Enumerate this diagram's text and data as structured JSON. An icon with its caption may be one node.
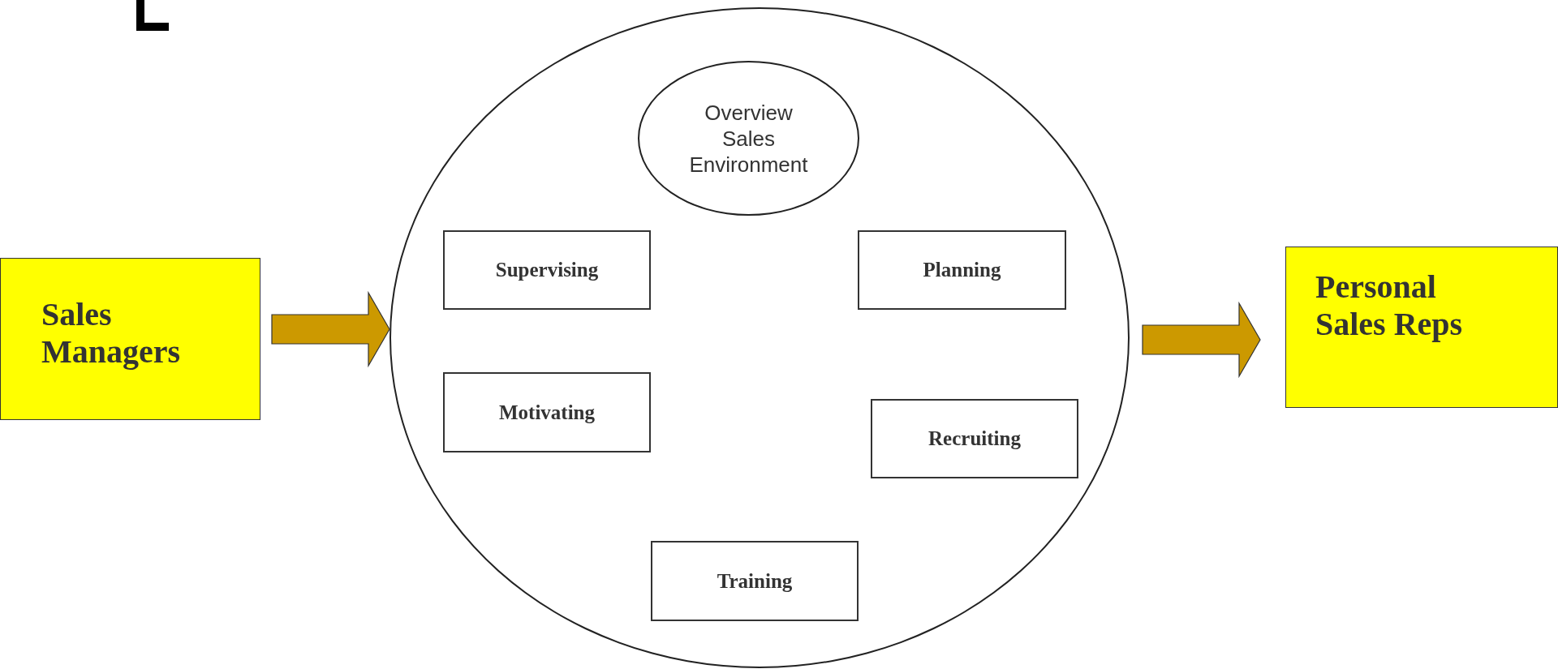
{
  "diagram": {
    "nodes": [
      {
        "text": [
          "Sales Managers"
        ]
      },
      {
        "text": [],
        "shape": "circle"
      },
      {
        "text": [
          "Overview Sales Environment"
        ],
        "in": 1
      },
      {
        "text": [
          "Supervising"
        ],
        "in": 1
      },
      {
        "text": [
          "Planning"
        ],
        "in": 1
      },
      {
        "text": [
          "Motivating"
        ],
        "in": 1
      },
      {
        "text": [
          "Recruiting"
        ],
        "in": 1
      },
      {
        "text": [
          "Training"
        ],
        "in": 1
      },
      {
        "text": [
          "Personal Sales Reps"
        ]
      }
    ],
    "edges": [
      {
        "from": 0,
        "to": 1,
        "arrow": "to"
      },
      {
        "from": 1,
        "to": 8,
        "arrow": "to"
      }
    ]
  }
}
